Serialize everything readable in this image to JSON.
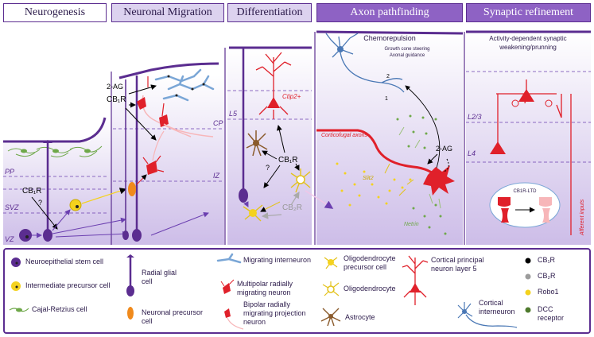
{
  "headers": {
    "neurogenesis": "Neurogenesis",
    "migration": "Neuronal Migration",
    "differentiation": "Differentiation",
    "axon": "Axon pathfinding",
    "synaptic": "Synaptic refinement"
  },
  "panel1": {
    "pp": "PP",
    "svz": "SVZ",
    "vz": "VZ",
    "cb1r": "CB₁R",
    "q": "?"
  },
  "panel2": {
    "ag": "2-AG",
    "cb1r": "CB₁R",
    "cp": "CP",
    "iz": "IZ"
  },
  "panel3": {
    "l5": "L5",
    "ctip2": "Ctip2+",
    "cb1r": "CB₁R",
    "q": "?",
    "cb2r": "CB₂R"
  },
  "panel4": {
    "title": "Chemorepulsion",
    "sub1": "Growth cone steering",
    "sub2": "Axonal guidance",
    "n1": "1",
    "n2": "2",
    "corticofugal": "Corticofugal axons",
    "ag": "2-AG",
    "slit2": "Slit2",
    "netrin": "Netrin"
  },
  "panel5": {
    "title1": "Activity-dependent synaptic",
    "title2": "weakening/prunning",
    "l23": "L2/3",
    "l4": "L4",
    "ltd": "CB1R-LTD",
    "afferent": "Afferent inputs"
  },
  "legend": {
    "stem": "Neuroepithelial stem cell",
    "ipc": "Intermediate precursor cell",
    "cajal": "Cajal-Retzius cell",
    "radial1": "Radial glial",
    "radial2": "cell",
    "npc1": "Neuronal precursor",
    "npc2": "cell",
    "migint": "Migrating interneuron",
    "multi1": "Multipolar radially",
    "multi2": "migrating neuron",
    "bip1": "Bipolar radially",
    "bip2": "migrating projection",
    "bip3": "neuron",
    "opc1": "Oligodendrocyte",
    "opc2": "precursor cell",
    "oligo": "Oligodendrocyte",
    "astro": "Astrocyte",
    "cpn1": "Cortical principal",
    "cpn2": "neuron layer 5",
    "ci1": "Cortical",
    "ci2": "interneuron",
    "cb1r": "CB₁R",
    "cb2r": "CB₂R",
    "robo1": "Robo1",
    "dcc1": "DCC",
    "dcc2": "receptor"
  },
  "colors": {
    "purple": "#5b2d90",
    "light_purple": "#dcd2ef",
    "header_dark": "#8e62c4",
    "red": "#e0202a",
    "blue": "#4a78b5",
    "yellow": "#f4d21e",
    "orange": "#f08a1c",
    "brown": "#8a5a2b",
    "green": "#6fa84a"
  }
}
